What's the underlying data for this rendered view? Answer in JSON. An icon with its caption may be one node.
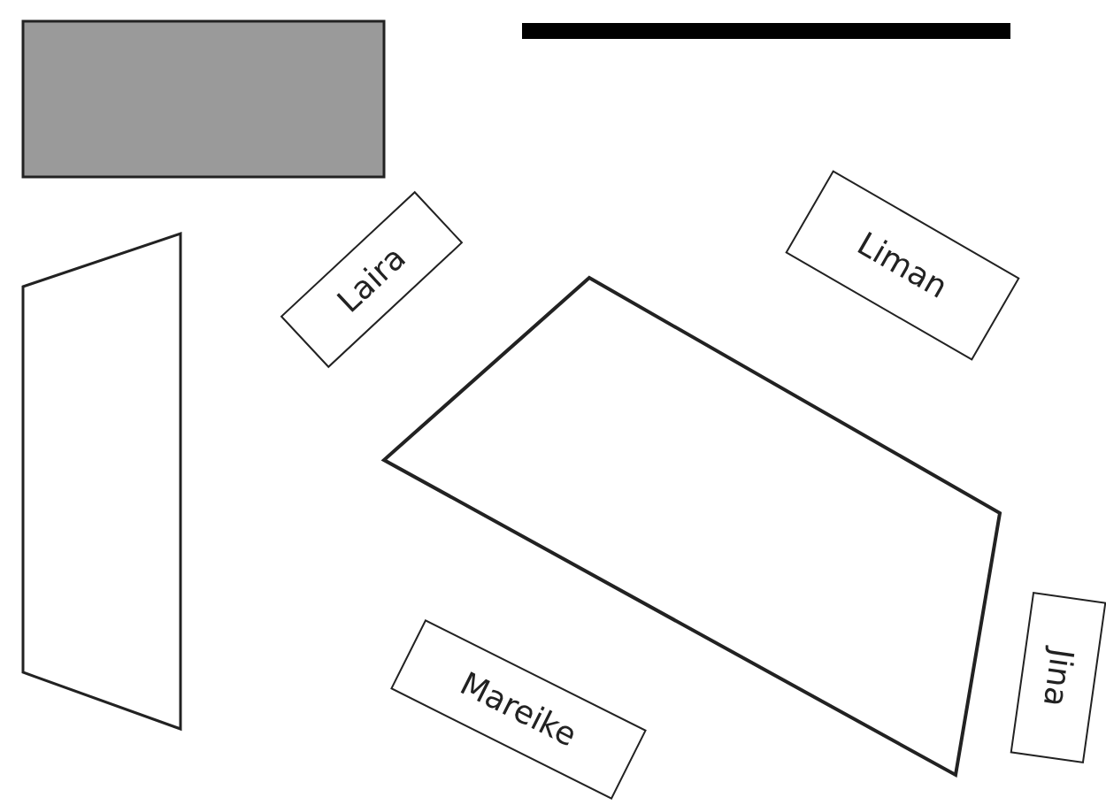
{
  "diagram": {
    "nodes": [
      {
        "text": [
          "Laira"
        ]
      },
      {
        "text": [
          "Liman"
        ]
      },
      {
        "text": [
          "Mareike"
        ]
      },
      {
        "text": [
          "Jina"
        ]
      }
    ],
    "edges": []
  }
}
